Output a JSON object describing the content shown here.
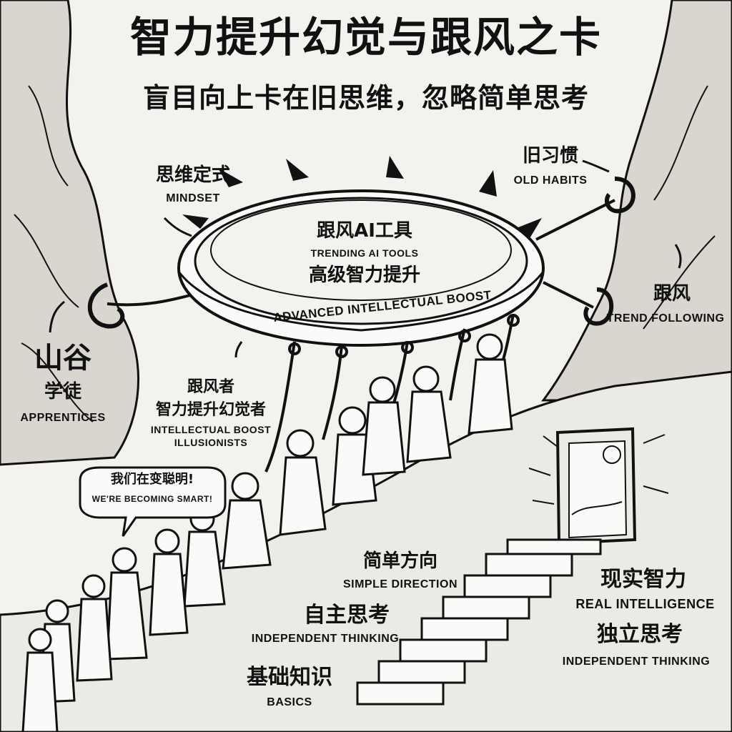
{
  "title": "智力提升幻觉与跟风之卡",
  "subtitle": "盲目向上卡在旧思维，忽略简单思考",
  "labels": {
    "mindset_zh": "思维定式",
    "mindset_en": "MINDSET",
    "old_habits_zh": "旧习惯",
    "old_habits_en": "OLD HABITS",
    "trending_zh": "跟风AI工具",
    "trending_en": "TRENDING AI TOOLS",
    "advanced_zh": "高级智力提升",
    "ring_band_en": "ADVANCED INTELLECTUAL BOOST",
    "trend_following_zh": "跟风",
    "trend_following_en": "TREND FOLLOWING",
    "valley_zh": "山谷",
    "apprentices_zh": "学徒",
    "apprentices_en": "APPRENTICES",
    "followers_zh": "跟风者",
    "illusionists_zh": "智力提升幻觉者",
    "illusionists_en_1": "INTELLECTUAL BOOST",
    "illusionists_en_2": "ILLUSIONISTS",
    "speech_zh": "我们在变聪明!",
    "speech_en": "WE'RE BECOMING SMART!",
    "simple_direction_zh": "简单方向",
    "simple_direction_en": "SIMPLE DIRECTION",
    "independent_thinking_zh": "自主思考",
    "independent_thinking_en": "INDEPENDENT THINKING",
    "basics_zh": "基础知识",
    "basics_en": "BASICS",
    "real_intelligence_zh": "现实智力",
    "real_intelligence_en": "REAL INTELLIGENCE",
    "independent_thinking2_zh": "独立思考",
    "independent_thinking2_en": "INDEPENDENT THINKING"
  },
  "colors": {
    "ink": "#111111",
    "paper": "#f4f2ee",
    "shade": "#d9d6cf"
  },
  "icons": [
    "sun-icon",
    "hook-icon",
    "thorn-icon",
    "rope-icon",
    "doorway-icon",
    "staircase-icon",
    "cliff-icon"
  ]
}
